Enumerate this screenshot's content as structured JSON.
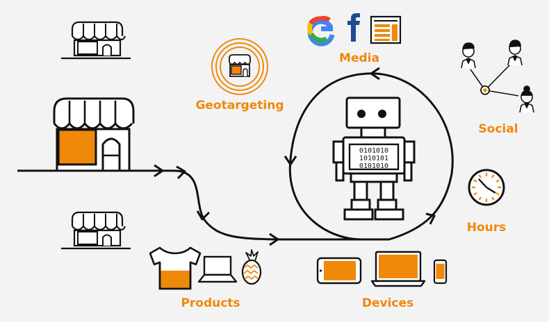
{
  "colors": {
    "accent": "#f0880a",
    "ink": "#111111",
    "background": "#f3f3f3",
    "google_blue": "#4285f4",
    "google_red": "#ea4335",
    "google_yellow": "#fbbc05",
    "google_green": "#34a853",
    "facebook_blue": "#1f4b96"
  },
  "labels": {
    "media": "Media",
    "geotargeting": "Geotargeting",
    "social": "Social",
    "hours": "Hours",
    "products": "Products",
    "devices": "Devices"
  },
  "robot_display": {
    "row1": "0101010",
    "row2": "1010101",
    "row3": "0101010"
  },
  "media_icons": [
    "google-icon",
    "facebook-icon",
    "newspaper-icon"
  ],
  "product_icons": [
    "tshirt-icon",
    "laptop-icon",
    "pineapple-icon"
  ],
  "device_icons": [
    "tablet-icon",
    "laptop-icon",
    "phone-icon"
  ],
  "social_icons": [
    "person-icon",
    "person-icon",
    "person-icon",
    "network-hub-icon"
  ]
}
